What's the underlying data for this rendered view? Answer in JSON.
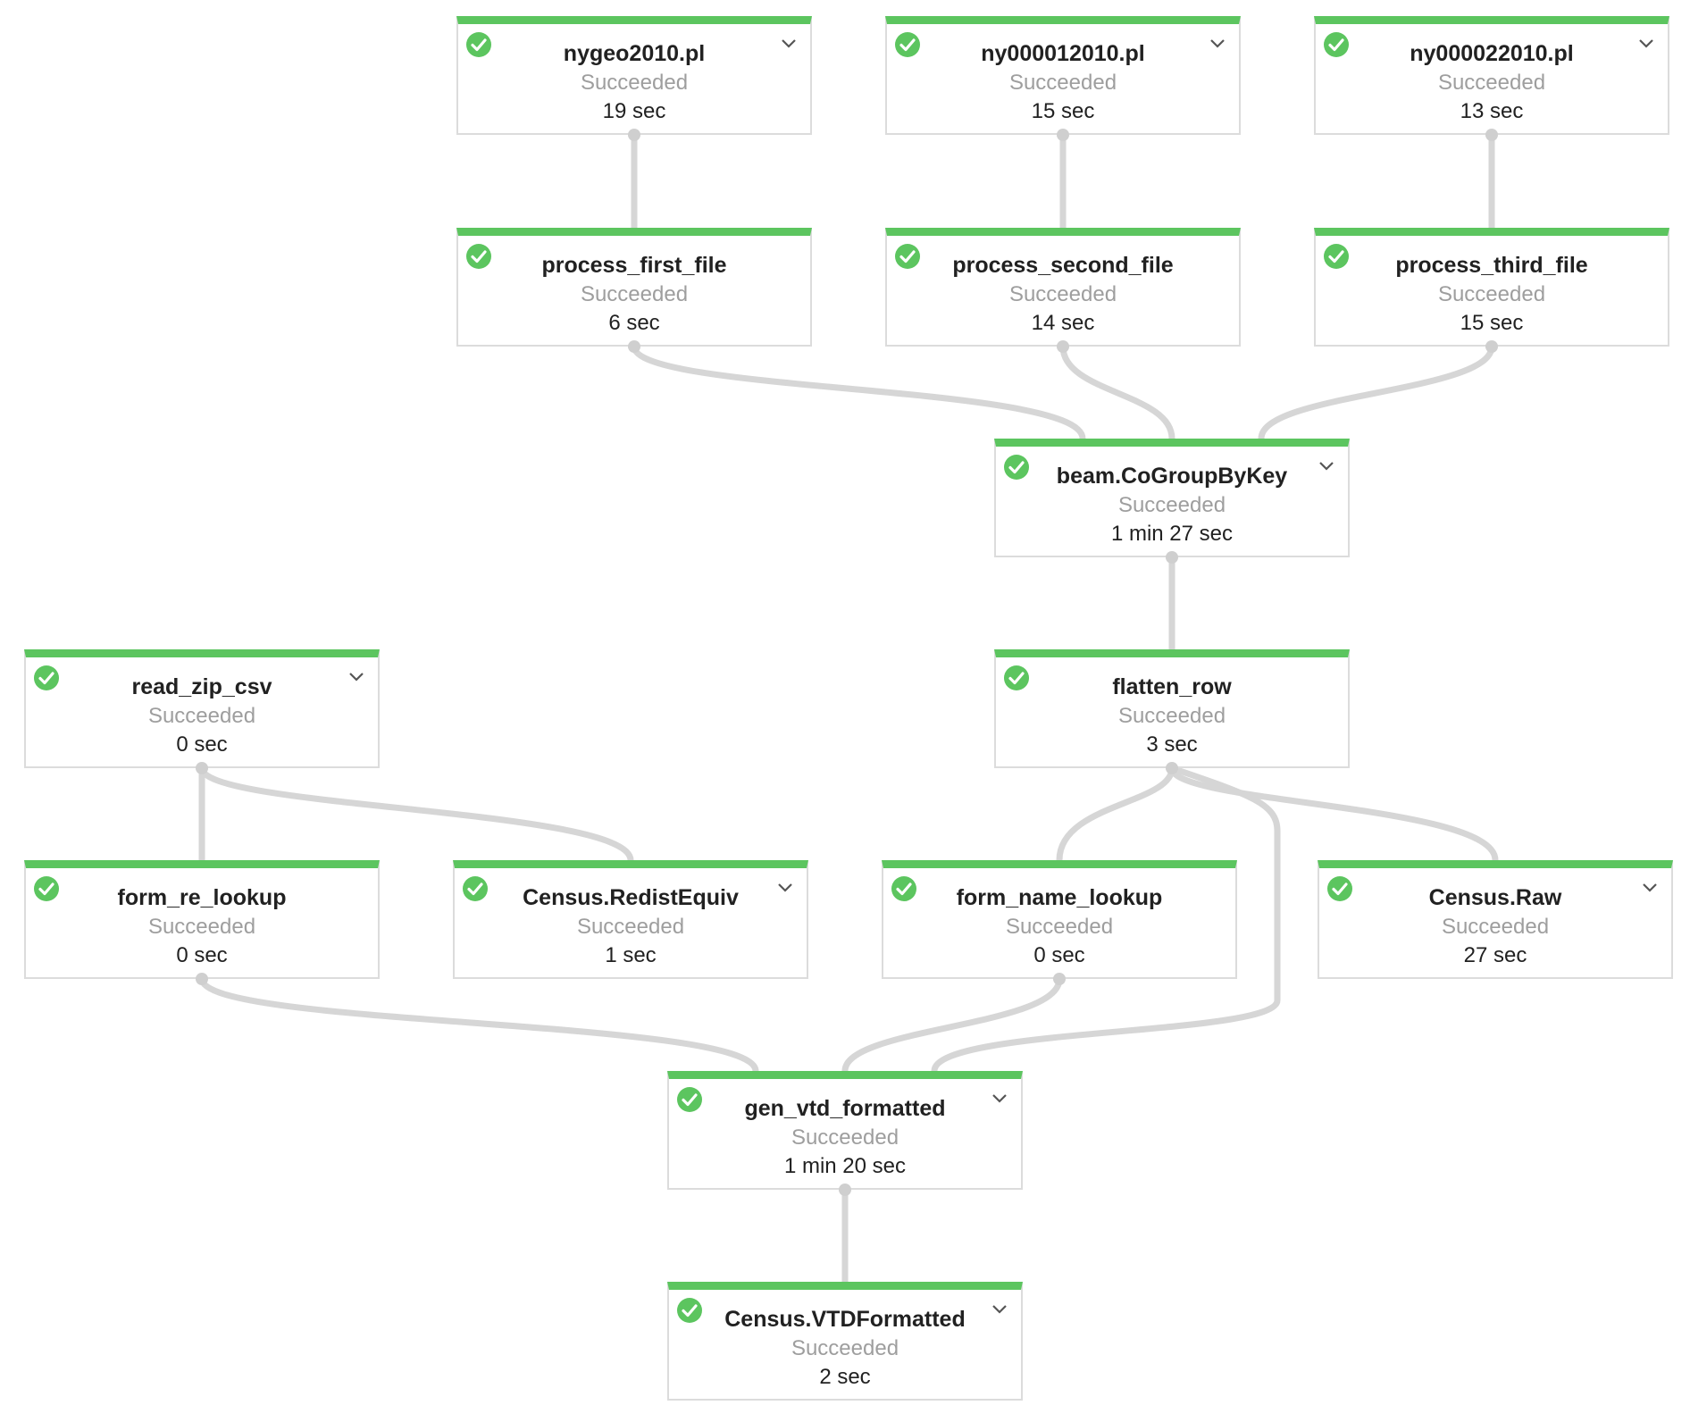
{
  "colors": {
    "success": "#5cc55f",
    "edge": "#d6d6d6",
    "border": "#dcdcdc",
    "status_text": "#9e9e9e"
  },
  "icons": {
    "status": "check-circle-icon",
    "expand": "chevron-down-icon"
  },
  "nodes": [
    {
      "id": "nygeo2010",
      "title": "nygeo2010.pl",
      "status": "Succeeded",
      "duration": "19 sec",
      "expandable": true
    },
    {
      "id": "ny000012010",
      "title": "ny000012010.pl",
      "status": "Succeeded",
      "duration": "15 sec",
      "expandable": true
    },
    {
      "id": "ny000022010",
      "title": "ny000022010.pl",
      "status": "Succeeded",
      "duration": "13 sec",
      "expandable": true
    },
    {
      "id": "process_first_file",
      "title": "process_first_file",
      "status": "Succeeded",
      "duration": "6 sec",
      "expandable": false
    },
    {
      "id": "process_second_file",
      "title": "process_second_file",
      "status": "Succeeded",
      "duration": "14 sec",
      "expandable": false
    },
    {
      "id": "process_third_file",
      "title": "process_third_file",
      "status": "Succeeded",
      "duration": "15 sec",
      "expandable": false
    },
    {
      "id": "cogroupbykey",
      "title": "beam.CoGroupByKey",
      "status": "Succeeded",
      "duration": "1 min 27 sec",
      "expandable": true
    },
    {
      "id": "read_zip_csv",
      "title": "read_zip_csv",
      "status": "Succeeded",
      "duration": "0 sec",
      "expandable": true
    },
    {
      "id": "flatten_row",
      "title": "flatten_row",
      "status": "Succeeded",
      "duration": "3 sec",
      "expandable": false
    },
    {
      "id": "form_re_lookup",
      "title": "form_re_lookup",
      "status": "Succeeded",
      "duration": "0 sec",
      "expandable": false
    },
    {
      "id": "census_redistequiv",
      "title": "Census.RedistEquiv",
      "status": "Succeeded",
      "duration": "1 sec",
      "expandable": true
    },
    {
      "id": "form_name_lookup",
      "title": "form_name_lookup",
      "status": "Succeeded",
      "duration": "0 sec",
      "expandable": false
    },
    {
      "id": "census_raw",
      "title": "Census.Raw",
      "status": "Succeeded",
      "duration": "27 sec",
      "expandable": true
    },
    {
      "id": "gen_vtd_formatted",
      "title": "gen_vtd_formatted",
      "status": "Succeeded",
      "duration": "1 min 20 sec",
      "expandable": true
    },
    {
      "id": "census_vtdformatted",
      "title": "Census.VTDFormatted",
      "status": "Succeeded",
      "duration": "2 sec",
      "expandable": true
    }
  ],
  "edges": [
    {
      "from": "nygeo2010",
      "to": "process_first_file"
    },
    {
      "from": "ny000012010",
      "to": "process_second_file"
    },
    {
      "from": "ny000022010",
      "to": "process_third_file"
    },
    {
      "from": "process_first_file",
      "to": "cogroupbykey"
    },
    {
      "from": "process_second_file",
      "to": "cogroupbykey"
    },
    {
      "from": "process_third_file",
      "to": "cogroupbykey"
    },
    {
      "from": "cogroupbykey",
      "to": "flatten_row"
    },
    {
      "from": "read_zip_csv",
      "to": "form_re_lookup"
    },
    {
      "from": "read_zip_csv",
      "to": "census_redistequiv"
    },
    {
      "from": "flatten_row",
      "to": "form_name_lookup"
    },
    {
      "from": "flatten_row",
      "to": "census_raw"
    },
    {
      "from": "flatten_row",
      "to": "gen_vtd_formatted"
    },
    {
      "from": "form_re_lookup",
      "to": "gen_vtd_formatted"
    },
    {
      "from": "form_name_lookup",
      "to": "gen_vtd_formatted"
    },
    {
      "from": "gen_vtd_formatted",
      "to": "census_vtdformatted"
    }
  ]
}
